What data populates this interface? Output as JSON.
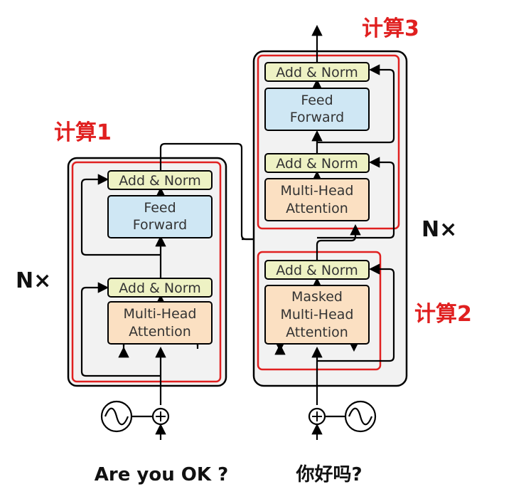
{
  "encoder": {
    "add_norm_top": "Add & Norm",
    "ff_line1": "Feed",
    "ff_line2": "Forward",
    "add_norm_bottom": "Add & Norm",
    "mha_line1": "Multi-Head",
    "mha_line2": "Attention",
    "repeat_label": "N×",
    "calc_label": "计算1",
    "input_text": "Are you OK ?"
  },
  "decoder": {
    "add_norm_top": "Add & Norm",
    "ff_line1": "Feed",
    "ff_line2": "Forward",
    "add_norm_mid": "Add & Norm",
    "mha_line1": "Multi-Head",
    "mha_line2": "Attention",
    "add_norm_bottom": "Add & Norm",
    "masked_line1": "Masked",
    "masked_line2": "Multi-Head",
    "masked_line3": "Attention",
    "repeat_label": "N×",
    "calc_label_top": "计算3",
    "calc_label_bottom": "计算2",
    "input_text": "你好吗?"
  },
  "colors": {
    "add_norm_fill": "#eef2c4",
    "feed_forward_fill": "#cfe7f4",
    "attention_fill": "#fbe0c2",
    "stack_fill": "#f2f2f2",
    "highlight": "#e02020"
  }
}
